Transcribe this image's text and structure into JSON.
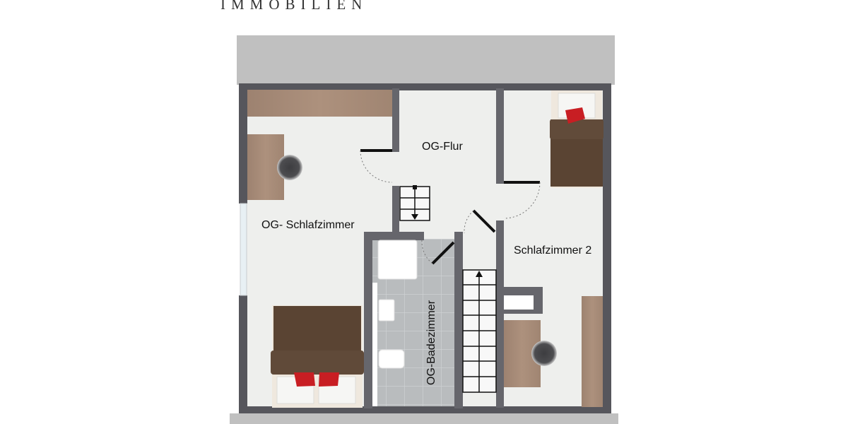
{
  "brand": {
    "text": "IMMOBILIEN"
  },
  "floorplan": {
    "rooms": [
      {
        "id": "og-schlafzimmer",
        "label": "OG- Schlafzimmer"
      },
      {
        "id": "og-flur",
        "label": "OG-Flur"
      },
      {
        "id": "schlafzimmer-2",
        "label": "Schlafzimmer 2"
      },
      {
        "id": "og-badezimmer",
        "label": "OG-Badezimmer"
      }
    ],
    "colors": {
      "wall": "#606066",
      "floor": "#eeefed",
      "roof_band": "#c0c0c0",
      "wood": "#a68a76",
      "bed": "#5a4433",
      "pillow": "#c81e23",
      "bath_tile": "#b9bcbe"
    }
  }
}
